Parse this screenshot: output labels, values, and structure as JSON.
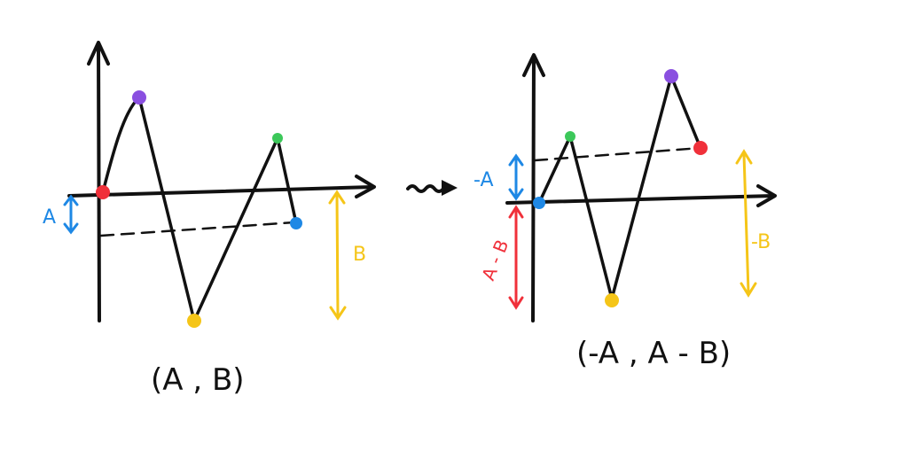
{
  "colors": {
    "ink": "#111111",
    "red": "#f0303a",
    "purple": "#8a4fe0",
    "yellow": "#f5c518",
    "green": "#3cc85a",
    "blue": "#1e88e5"
  },
  "left": {
    "label_a": "A",
    "label_b": "B",
    "caption": "(A , B)"
  },
  "right": {
    "label_neg_a": "-A",
    "label_a_minus_b": "A - B",
    "label_neg_b": "-B",
    "caption": "(-A , A - B)"
  }
}
